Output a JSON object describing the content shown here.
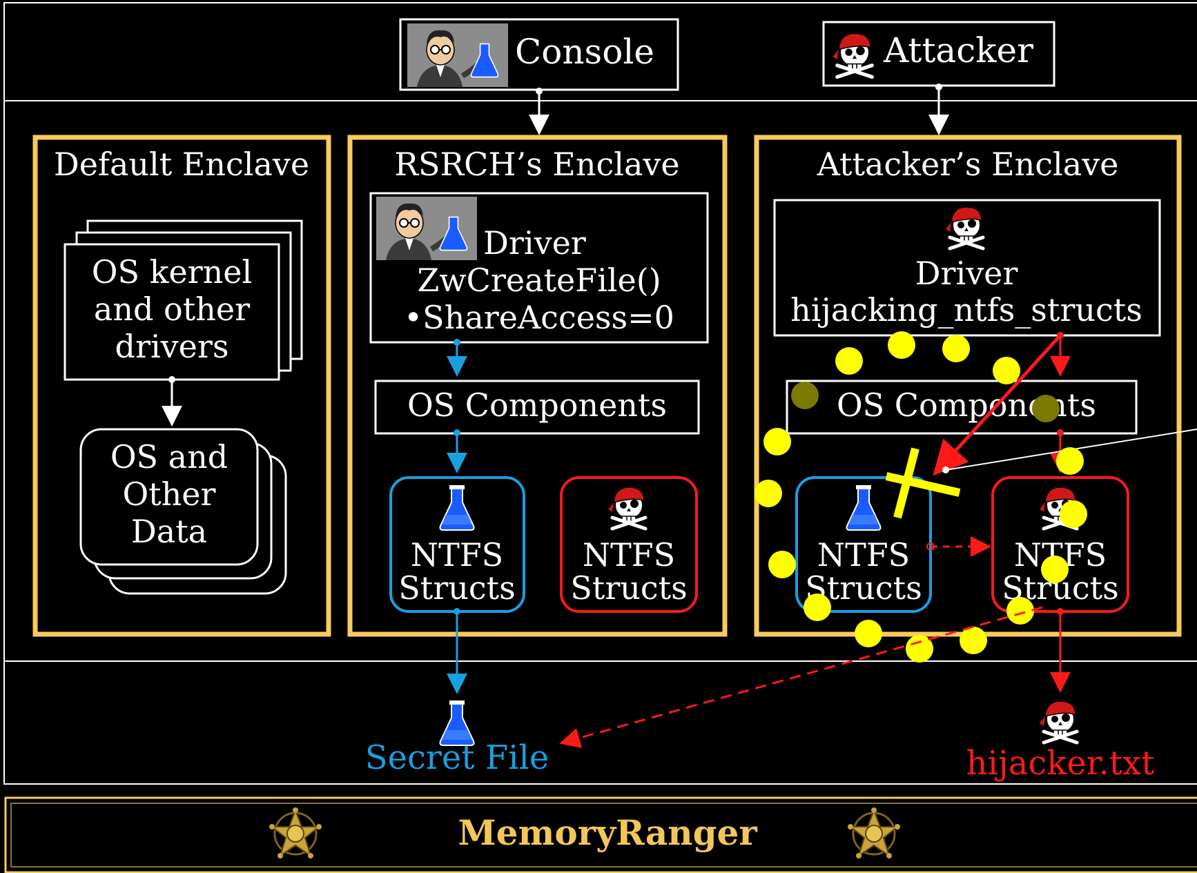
{
  "top": {
    "console_label": "Console",
    "attacker_label": "Attacker"
  },
  "enclaves": {
    "default": {
      "title": "Default Enclave",
      "kernel_line1": "OS kernel",
      "kernel_line2": "and other",
      "kernel_line3": "drivers",
      "data_line1": "OS and",
      "data_line2": "Other",
      "data_line3": "Data"
    },
    "rsrch": {
      "title": "RSRCH’s Enclave",
      "driver_line1": "Driver",
      "driver_line2": "ZwCreateFile()",
      "driver_line3": "•ShareAccess=0",
      "components": "OS Components",
      "ntfs_good_line1": "NTFS",
      "ntfs_good_line2": "Structs",
      "ntfs_bad_line1": "NTFS",
      "ntfs_bad_line2": "Structs"
    },
    "attacker": {
      "title": "Attacker’s Enclave",
      "driver_line1": "Driver",
      "driver_line2": "hijacking_ntfs_structs",
      "components": "OS Components",
      "ntfs_good_line1": "NTFS",
      "ntfs_good_line2": "Structs",
      "ntfs_bad_line1": "NTFS",
      "ntfs_bad_line2": "Structs"
    }
  },
  "files": {
    "secret": "Secret File",
    "hijacker": "hijacker.txt"
  },
  "footer": {
    "title": "MemoryRanger"
  },
  "colors": {
    "enclave_border": "#f7cb5c",
    "blue": "#1a9fe0",
    "red": "#ff1a1a",
    "yellow": "#ffff00",
    "gold_text": "#f3c65a",
    "flask_blue": "#1a5cff"
  },
  "icons": {
    "console": "scientist-with-flask-icon",
    "attacker": "pirate-skull-icon",
    "secret": "flask-icon",
    "hijacker": "pirate-skull-icon",
    "footer": "sheriff-star-icon"
  }
}
